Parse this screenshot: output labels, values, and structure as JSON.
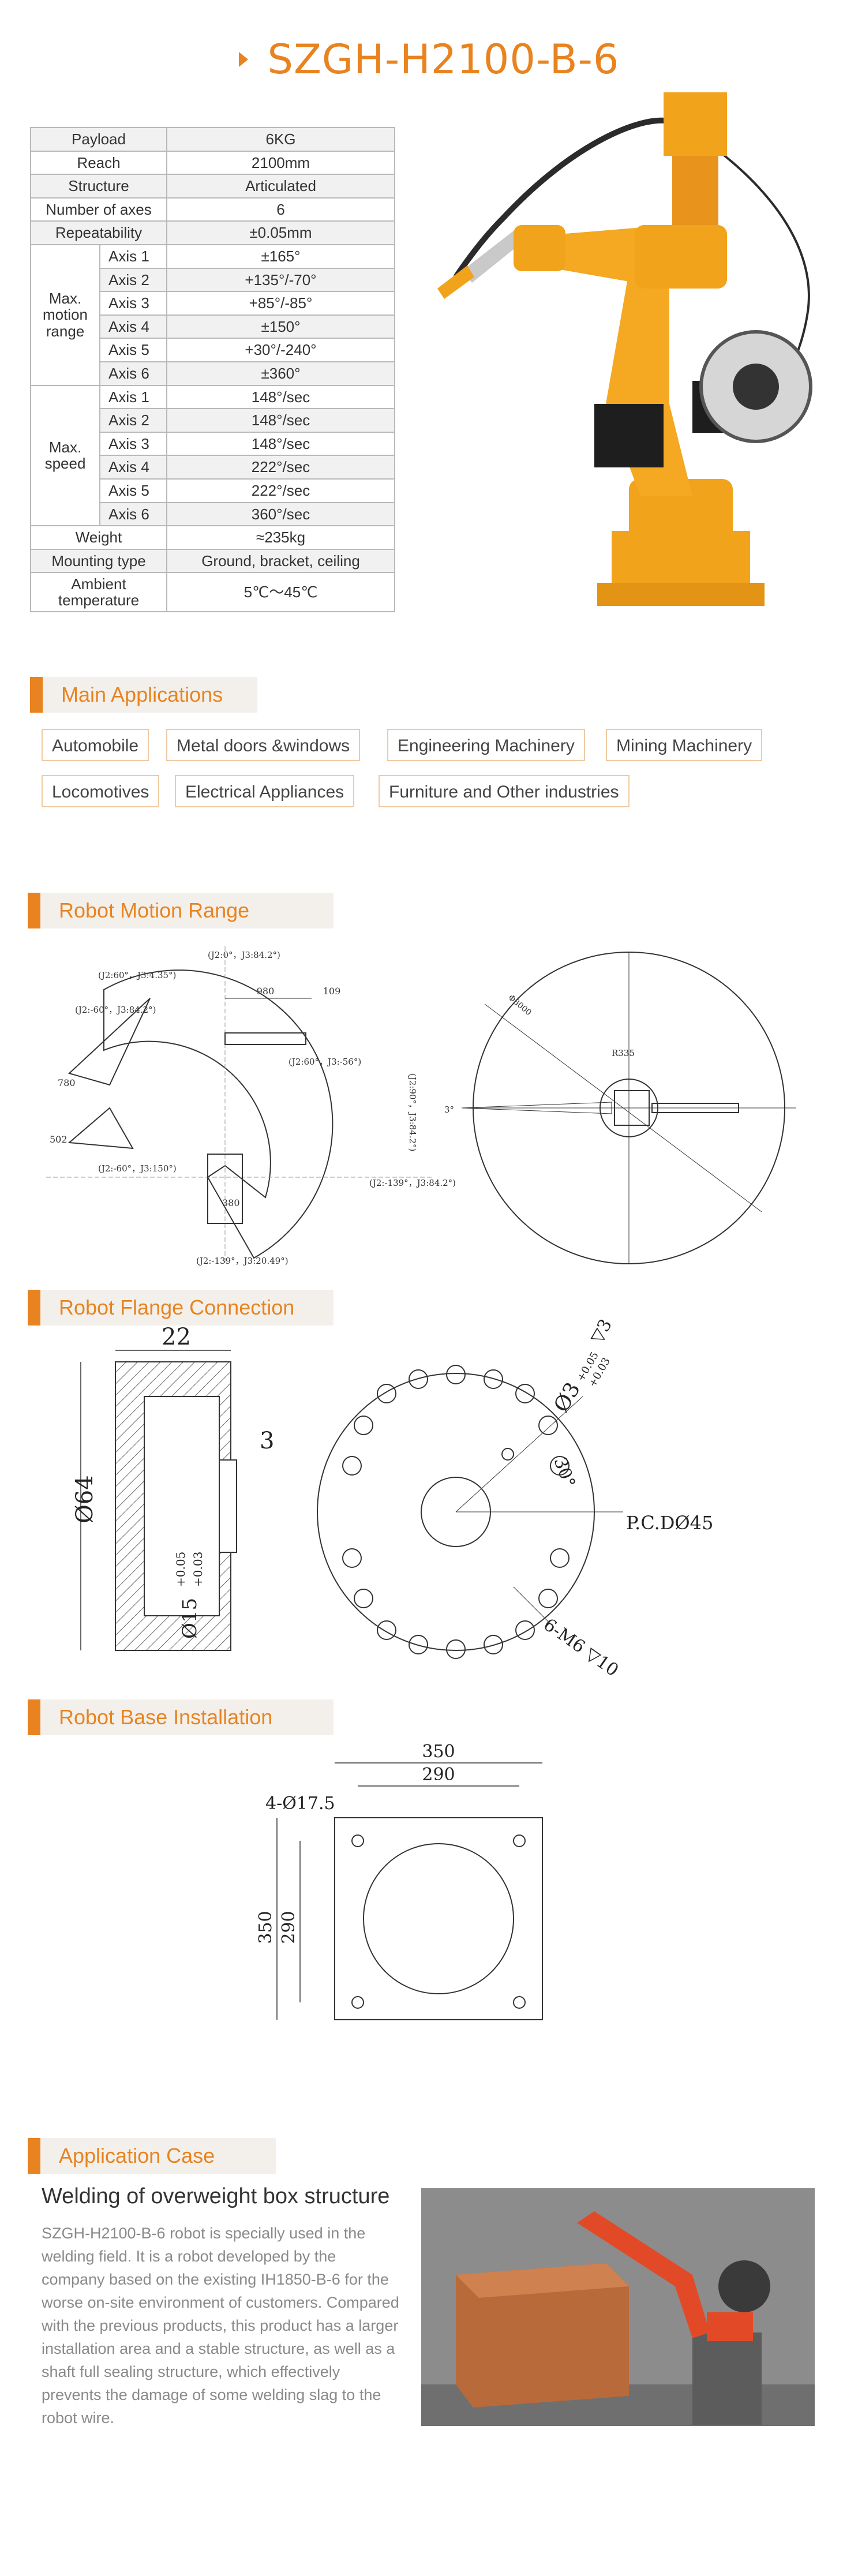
{
  "title": "SZGH-H2100-B-6",
  "specs": {
    "rows": [
      {
        "label": "Payload",
        "value": "6KG"
      },
      {
        "label": "Reach",
        "value": "2100mm"
      },
      {
        "label": "Structure",
        "value": "Articulated"
      },
      {
        "label": "Number of axes",
        "value": "6"
      },
      {
        "label": "Repeatability",
        "value": "±0.05mm"
      }
    ],
    "motion_range": {
      "label": "Max. motion range",
      "axes": [
        {
          "axis": "Axis 1",
          "value": "±165°"
        },
        {
          "axis": "Axis 2",
          "value": "+135°/-70°"
        },
        {
          "axis": "Axis 3",
          "value": "+85°/-85°"
        },
        {
          "axis": "Axis 4",
          "value": "±150°"
        },
        {
          "axis": "Axis 5",
          "value": "+30°/-240°"
        },
        {
          "axis": "Axis 6",
          "value": "±360°"
        }
      ]
    },
    "max_speed": {
      "label": "Max. speed",
      "axes": [
        {
          "axis": "Axis 1",
          "value": "148°/sec"
        },
        {
          "axis": "Axis 2",
          "value": "148°/sec"
        },
        {
          "axis": "Axis 3",
          "value": "148°/sec"
        },
        {
          "axis": "Axis 4",
          "value": "222°/sec"
        },
        {
          "axis": "Axis 5",
          "value": "222°/sec"
        },
        {
          "axis": "Axis 6",
          "value": "360°/sec"
        }
      ]
    },
    "tail": [
      {
        "label": "Weight",
        "value": "≈235kg"
      },
      {
        "label": "Mounting type",
        "value": "Ground, bracket, ceiling"
      },
      {
        "label": "Ambient temperature",
        "value": "5℃～45℃"
      }
    ]
  },
  "applications": {
    "heading": "Main Applications",
    "tags": [
      "Automobile",
      "Metal doors &windows",
      "Engineering Machinery",
      "Mining Machinery",
      "Locomotives",
      "Electrical Appliances",
      "Furniture and Other industries"
    ]
  },
  "motion": {
    "heading": "Robot Motion Range",
    "labels": [
      "(J2:0°，J3:84.2°)",
      "(J2:60°，J3:4.35°)",
      "(J2:-60°，J3:84.2°)",
      "(J2:60°，J3:-56°)",
      "(J2:-60°，J3:150°)",
      "(J2:-139°，J3:84.2°)",
      "(J2:-139°，J3:20.49°)",
      "(J2:90°，J3:84.2°)"
    ],
    "dims": [
      "980",
      "109",
      "780",
      "502",
      "380"
    ],
    "top_view": [
      "R335",
      "Φ3000",
      "3°"
    ]
  },
  "flange": {
    "heading": "Robot Flange Connection",
    "labels": [
      "22",
      "3",
      "Ø64",
      "Ø15",
      "+0.05",
      "+0.03",
      "Ø3",
      "+0.05",
      "+0.03",
      "▽3",
      "30°",
      "P.C.DØ45",
      "6-M6 ▽10"
    ]
  },
  "base": {
    "heading": "Robot Base Installation",
    "labels": [
      "350",
      "290",
      "4-Ø17.5",
      "350",
      "290"
    ]
  },
  "case": {
    "heading": "Application Case",
    "title": "Welding of overweight box structure",
    "body": "SZGH-H2100-B-6 robot is specially used in the welding field. It is a robot developed by the company based on the existing IH1850-B-6 for the worse on-site environment of customers. Compared with the previous products, this product has a larger installation area and a stable structure, as well as a shaft full sealing structure, which effectively prevents the damage of some welding slag to the robot wire."
  },
  "colors": {
    "accent": "#e8831f",
    "robot": "#f2a31c",
    "case_robot": "#e24a27"
  }
}
